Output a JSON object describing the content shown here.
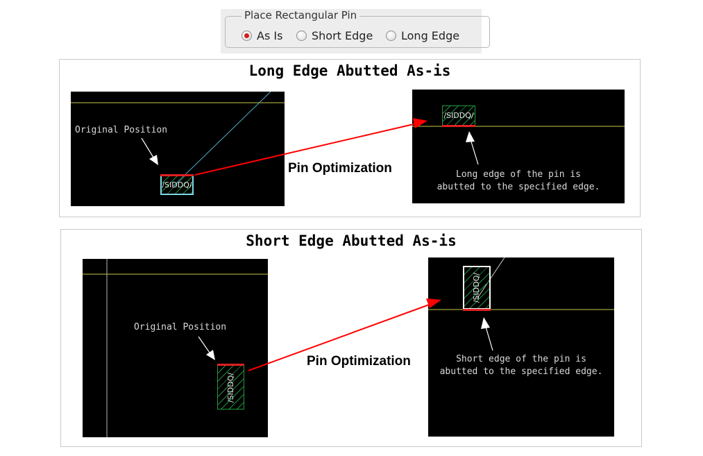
{
  "radio_group": {
    "legend": "Place Rectangular Pin",
    "options": [
      {
        "label": "As Is",
        "selected": true
      },
      {
        "label": "Short Edge",
        "selected": false
      },
      {
        "label": "Long Edge",
        "selected": false
      }
    ]
  },
  "panel_long": {
    "title": "Long Edge Abutted As-is",
    "original_label": "Original Position",
    "pin_text": "/SIDDQ/",
    "optimization_label": "Pin Optimization",
    "caption_line1": "Long edge of the pin is",
    "caption_line2": "abutted to the specified edge."
  },
  "panel_short": {
    "title": "Short Edge Abutted As-is",
    "original_label": "Original Position",
    "pin_text": "/SIDDQ/",
    "optimization_label": "Pin Optimization",
    "caption_line1": "Short edge of the pin is",
    "caption_line2": "abutted to the specified edge."
  },
  "colors": {
    "screen_bg": "#000000",
    "boundary_line": "#c8c84a",
    "pin_hatch": "#1d8f3a",
    "selected_edge": "#e02020",
    "arrow": "#ff0000",
    "highlight_border": "#7fd8e6"
  }
}
